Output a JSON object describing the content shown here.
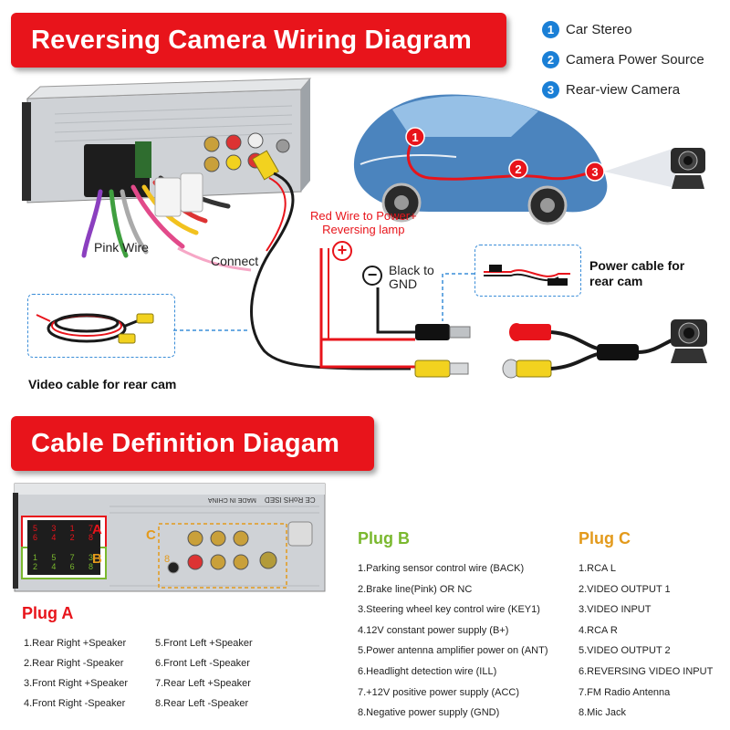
{
  "banner_top": "Reversing Camera Wiring Diagram",
  "banner_bottom": "Cable Definition Diagam",
  "legend": [
    {
      "num": "1",
      "label": "Car Stereo"
    },
    {
      "num": "2",
      "label": "Camera Power Source"
    },
    {
      "num": "3",
      "label": "Rear-view Camera"
    }
  ],
  "wiring_labels": {
    "pink_wire": "Pink Wire",
    "connect": "Connect",
    "red_wire_line1": "Red Wire to Power+",
    "red_wire_line2": "Reversing lamp",
    "plus_symbol": "+",
    "minus_symbol": "−",
    "black_to_line1": "Black to",
    "black_to_line2": "GND",
    "power_cable_line1": "Power cable for",
    "power_cable_line2": "rear cam",
    "video_cable": "Video cable for rear cam"
  },
  "stereo_labels": {
    "made_in": "MADE IN CHINA",
    "cert": "CE RoHS ISED",
    "plug_a_letter": "A",
    "plug_b_letter": "B",
    "plug_c_letter": "C",
    "plug_a_pins_top": [
      "5",
      "3",
      "1",
      "7"
    ],
    "plug_a_pins_bottom": [
      "6",
      "4",
      "2",
      "8"
    ],
    "plug_b_pins_top": [
      "1",
      "5",
      "7",
      "3"
    ],
    "plug_b_pins_bottom": [
      "2",
      "4",
      "6",
      "8"
    ],
    "plug_c_pin_mic": "8"
  },
  "colors": {
    "banner_red": "#e8141b",
    "legend_blue": "#1a7fd6",
    "plug_a_title": "#e8141b",
    "plug_b_title": "#7ab82e",
    "plug_c_title": "#e39a1c"
  },
  "plug_a": {
    "title": "Plug A",
    "left": [
      "1.Rear Right +Speaker",
      "2.Rear Right -Speaker",
      "3.Front Right +Speaker",
      "4.Front  Right -Speaker"
    ],
    "right": [
      "5.Front Left +Speaker",
      "6.Front Left -Speaker",
      "7.Rear Left +Speaker",
      "8.Rear Left -Speaker"
    ]
  },
  "plug_b": {
    "title": "Plug B",
    "items": [
      "1.Parking sensor control wire (BACK)",
      "2.Brake line(Pink) OR NC",
      "3.Steering wheel key control wire (KEY1)",
      "4.12V constant power supply (B+)",
      "5.Power antenna amplifier power on (ANT)",
      "6.Headlight detection wire (ILL)",
      "7.+12V positive power supply (ACC)",
      "8.Negative power supply (GND)"
    ]
  },
  "plug_c": {
    "title": "Plug C",
    "items": [
      "1.RCA L",
      "2.VIDEO OUTPUT 1",
      "3.VIDEO INPUT",
      "4.RCA R",
      "5.VIDEO OUTPUT 2",
      "6.REVERSING VIDEO INPUT",
      "7.FM Radio Antenna",
      "8.Mic Jack"
    ]
  }
}
